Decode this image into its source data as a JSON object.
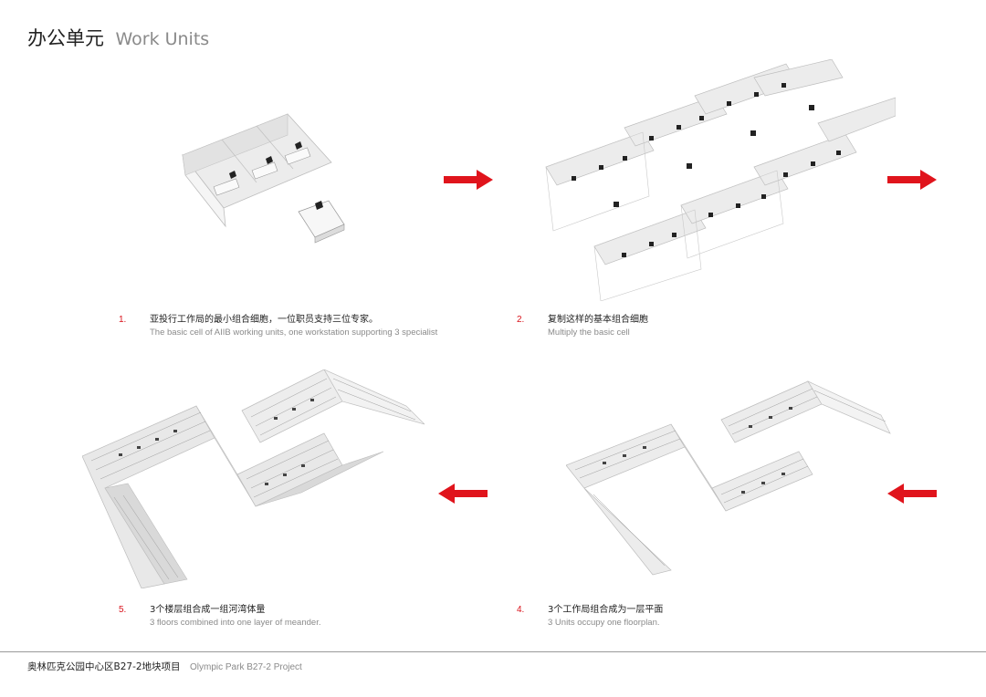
{
  "header": {
    "title_cn": "办公单元",
    "title_en": "Work Units"
  },
  "steps": [
    {
      "num": "1.",
      "cn": "亚投行工作局的最小组合细胞，一位职员支持三位专家。",
      "en": "The basic cell of  AIIB working units, one workstation supporting 3 specialist"
    },
    {
      "num": "2.",
      "cn": "复制这样的基本组合细胞",
      "en": "Multiply the basic cell"
    },
    {
      "num": "5.",
      "cn": "3个楼层组合成一组河湾体量",
      "en": "3 floors combined into one layer of meander."
    },
    {
      "num": "4.",
      "cn": "3个工作局组合成为一层平面",
      "en": "3 Units occupy one floorplan."
    }
  ],
  "footer": {
    "cn": "奥林匹克公园中心区B27-2地块项目",
    "en": "Olympic Park B27-2 Project"
  },
  "colors": {
    "arrow": "#e0141c",
    "accent_number": "#d9121b"
  },
  "icons": [
    "arrow-right-icon",
    "arrow-left-icon"
  ]
}
